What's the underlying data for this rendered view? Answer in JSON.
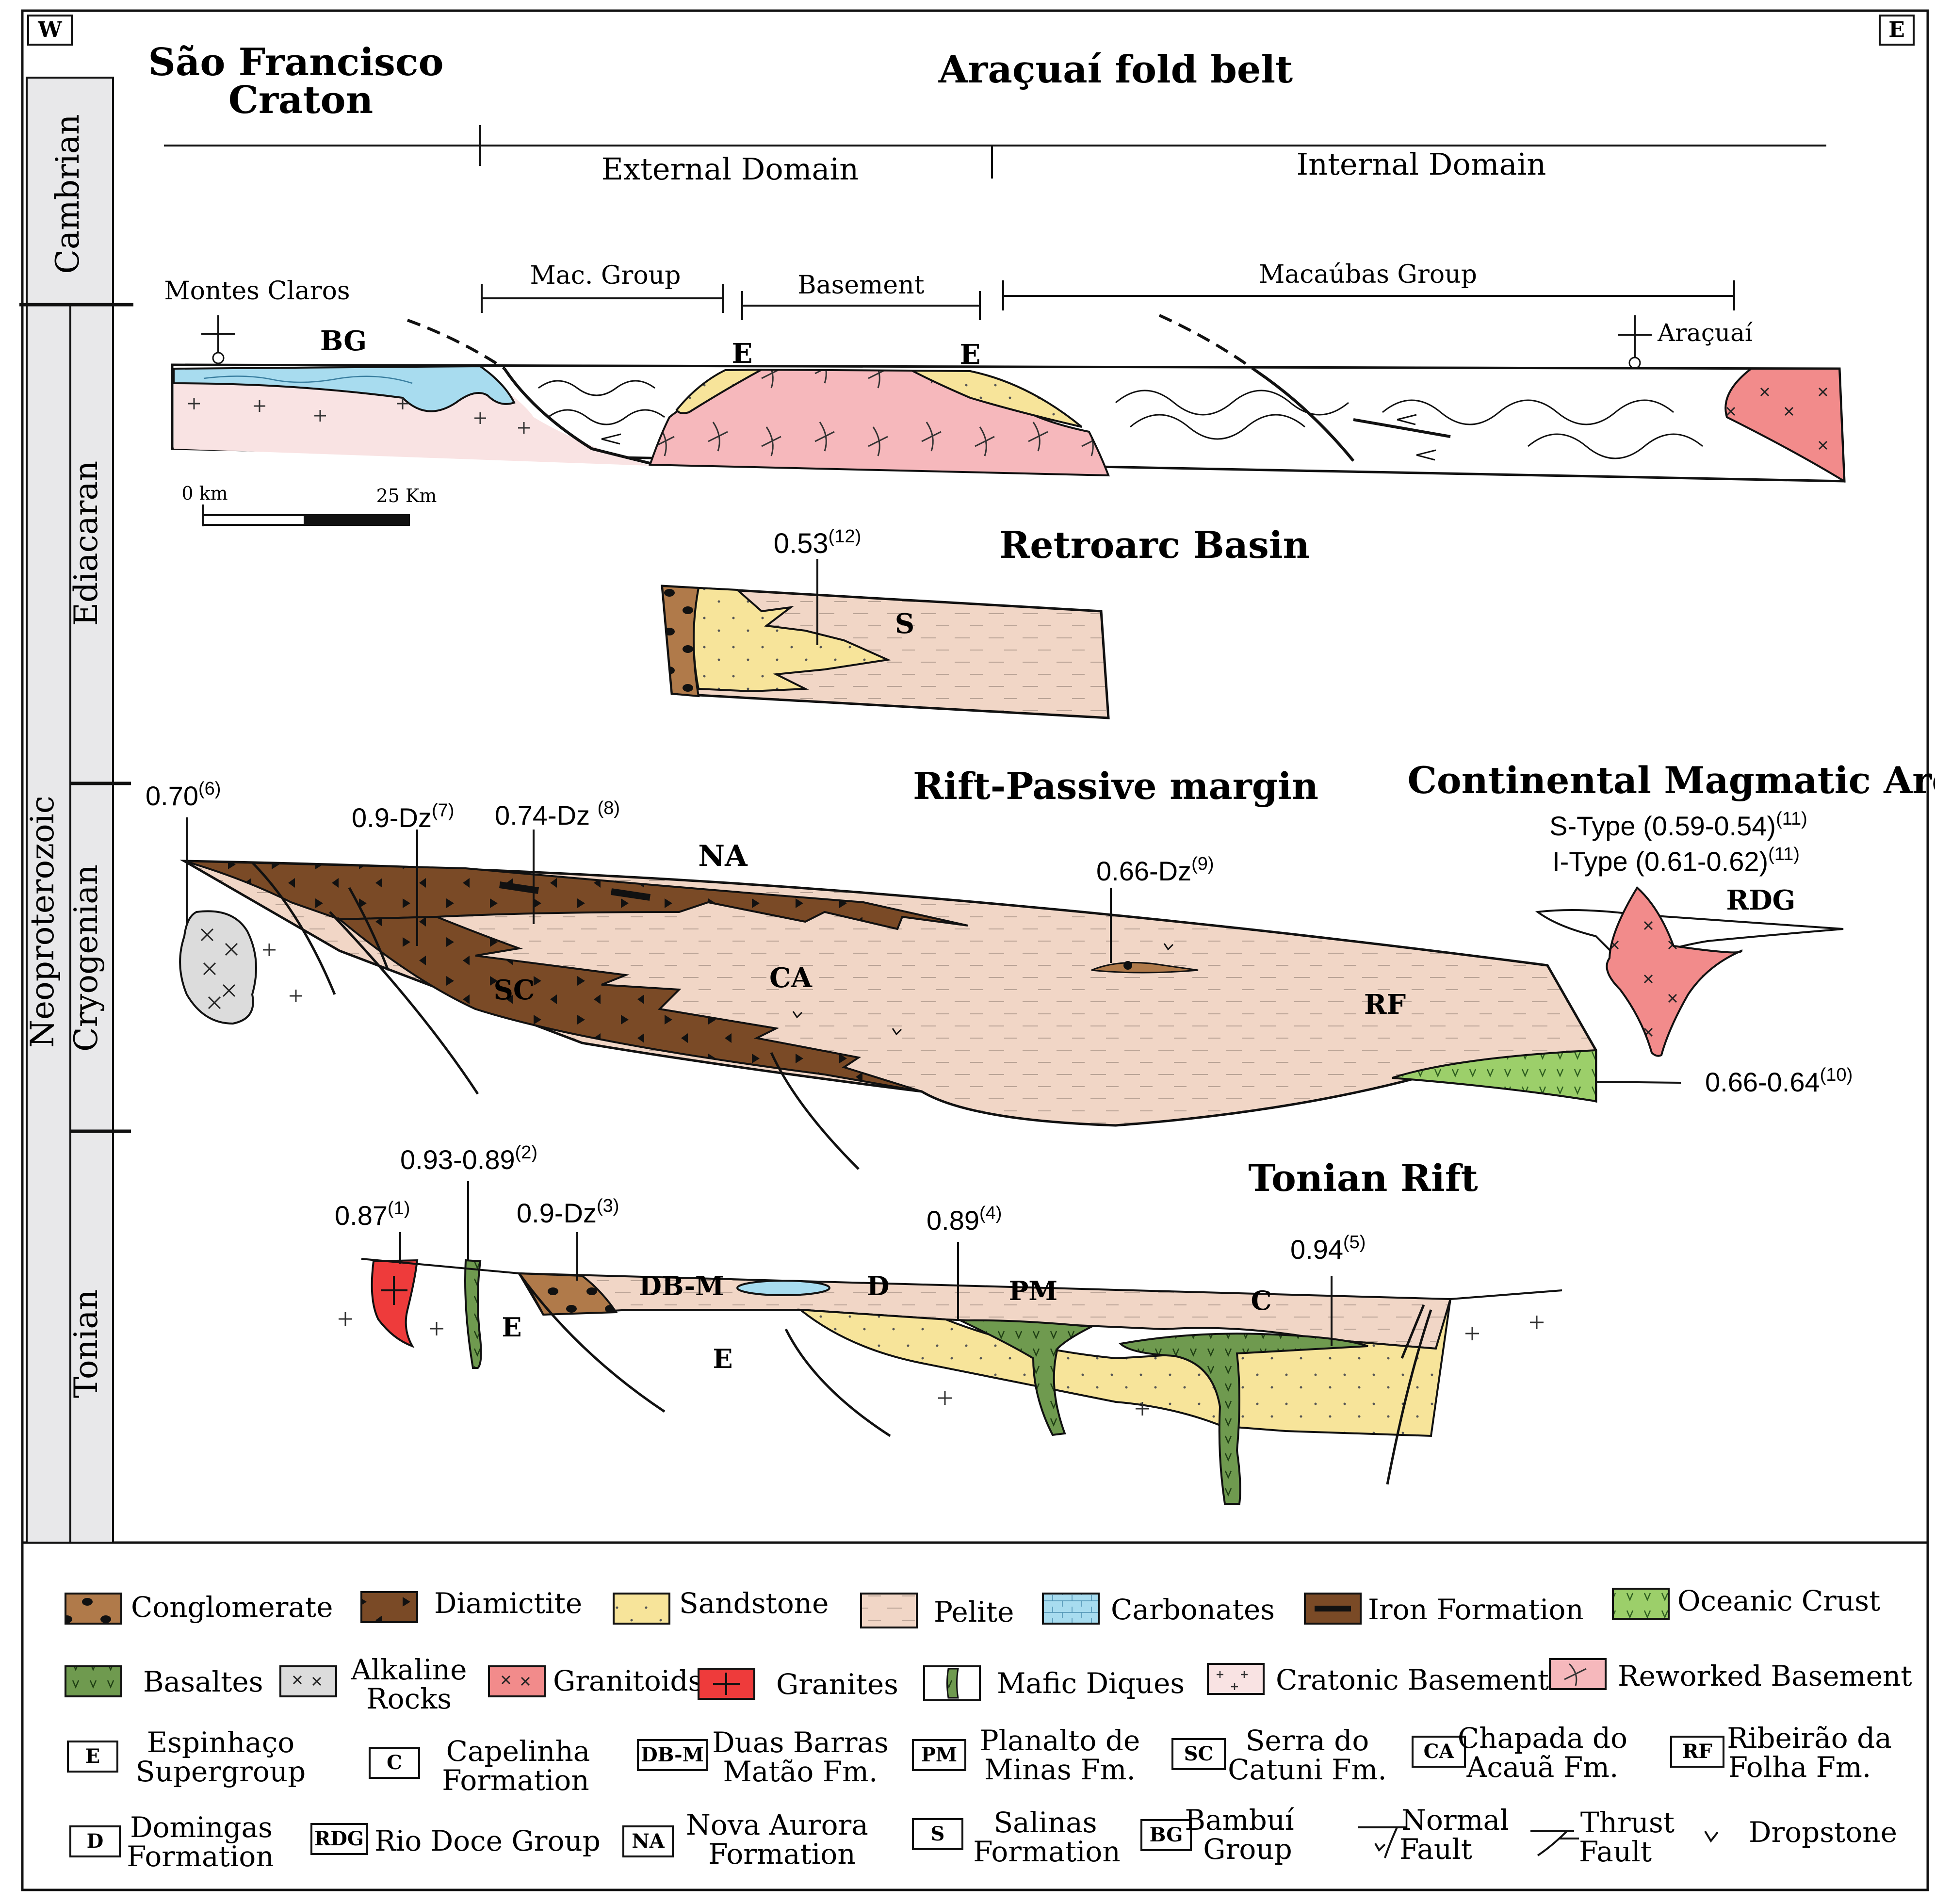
{
  "corners": {
    "west": "W",
    "east": "E"
  },
  "chronostrat": {
    "eon": "Neoproterozoic",
    "periods": [
      "Cambrian",
      "Ediacaran",
      "Cryogenian",
      "Tonian"
    ]
  },
  "header": {
    "craton_line1": "São Francisco",
    "craton_line2": "Craton",
    "belt": "Araçuaí fold belt",
    "external_domain": "External Domain",
    "internal_domain": "Internal Domain"
  },
  "section": {
    "montes_claros": "Montes Claros",
    "aracuai": "Araçuaí",
    "mac_group": "Mac. Group",
    "basement": "Basement",
    "macaubas_group": "Macaúbas Group",
    "bg": "BG",
    "e_left": "E",
    "e_right": "E",
    "scale_zero": "0 km",
    "scale_end": "25 Km"
  },
  "retroarc": {
    "title": "Retroarc Basin",
    "age": "0.53",
    "age_ref": "(12)",
    "unit": "S"
  },
  "rift_passive": {
    "title": "Rift-Passive margin",
    "ages": [
      {
        "v": "0.70",
        "ref": "(6)"
      },
      {
        "v": "0.9-Dz",
        "ref": "(7)"
      },
      {
        "v": "0.74-Dz ",
        "ref": "(8)"
      },
      {
        "v": "0.66-Dz",
        "ref": "(9)"
      },
      {
        "v": "0.66-0.64",
        "ref": "(10)"
      }
    ],
    "units": [
      "NA",
      "SC",
      "CA",
      "RF"
    ]
  },
  "arc": {
    "title": "Continental Magmatic Arc",
    "s_type": "S-Type (0.59-0.54)",
    "i_type": "I-Type (0.61-0.62)",
    "ref": "(11)",
    "unit": "RDG"
  },
  "tonian": {
    "title": "Tonian Rift",
    "ages": [
      {
        "v": "0.87",
        "ref": "(1)"
      },
      {
        "v": "0.93-0.89",
        "ref": "(2)"
      },
      {
        "v": "0.9-Dz",
        "ref": "(3)"
      },
      {
        "v": "0.89",
        "ref": "(4)"
      },
      {
        "v": "0.94",
        "ref": "(5)"
      }
    ],
    "units": [
      "DB-M",
      "D",
      "PM",
      "C",
      "E",
      "E"
    ]
  },
  "legend": {
    "row1": [
      "Conglomerate",
      "Diamictite",
      "Sandstone",
      "Pelite",
      "Carbonates",
      "Iron  Formation",
      "Oceanic  Crust"
    ],
    "row2": [
      "Basaltes",
      "Alkaline",
      "Rocks",
      "Granitoids",
      "Granites",
      "Mafic Diques",
      "Cratonic Basement",
      "Reworked Basement"
    ],
    "row3": [
      {
        "code": "E",
        "l1": "Espinhaço",
        "l2": "Supergroup"
      },
      {
        "code": "C",
        "l1": "Capelinha",
        "l2": "Formation"
      },
      {
        "code": "DB-M",
        "l1": "Duas Barras",
        "l2": "Matão Fm."
      },
      {
        "code": "PM",
        "l1": "Planalto de",
        "l2": "Minas Fm."
      },
      {
        "code": "SC",
        "l1": "Serra do",
        "l2": "Catuni Fm."
      },
      {
        "code": "CA",
        "l1": "Chapada do",
        "l2": "Acauã Fm."
      },
      {
        "code": "RF",
        "l1": "Ribeirão da",
        "l2": "Folha Fm."
      }
    ],
    "row4": [
      {
        "code": "D",
        "l1": "Domingas",
        "l2": "Formation"
      },
      {
        "code": "RDG",
        "l1": "Rio Doce Group",
        "l2": ""
      },
      {
        "code": "NA",
        "l1": "Nova Aurora",
        "l2": "Formation"
      },
      {
        "code": "S",
        "l1": "Salinas",
        "l2": "Formation"
      },
      {
        "code": "BG",
        "l1": "Bambuí",
        "l2": "Group"
      }
    ],
    "symbols": {
      "normal_l1": "Normal",
      "normal_l2": "Fault",
      "thrust_l1": "Thrust",
      "thrust_l2": "Fault",
      "dropstone": "Dropstone"
    }
  },
  "colors": {
    "conglomerate": "#b07a4a",
    "diamictite": "#7a4a26",
    "sandstone": "#f7e49a",
    "pelite": "#f1d6c6",
    "carbonates": "#a8dcef",
    "oceanic": "#9ccf6a",
    "basalt": "#6f9a4f",
    "alkaline": "#dcdcdc",
    "granitoid": "#f28b8b",
    "granite": "#ee3b3b",
    "cratonic": "#f9e3e3",
    "reworked": "#f6b8bc"
  }
}
